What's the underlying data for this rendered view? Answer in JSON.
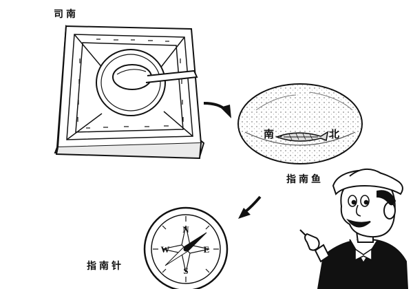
{
  "labels": {
    "sinan": "司南",
    "fish": "指南鱼",
    "compass": "指南针"
  },
  "fish_directions": {
    "south": "南",
    "north": "北"
  },
  "compass_letters": {
    "north": "N",
    "south": "S",
    "east": "E",
    "west": "W"
  },
  "icons": [
    "sinan-spoon-board",
    "floating-fish-bowl",
    "magnetic-compass",
    "cartoon-explorer",
    "curved-arrow"
  ],
  "colors": {
    "ink": "#111111",
    "paper": "#ffffff",
    "shade": "#e6e6e6"
  }
}
